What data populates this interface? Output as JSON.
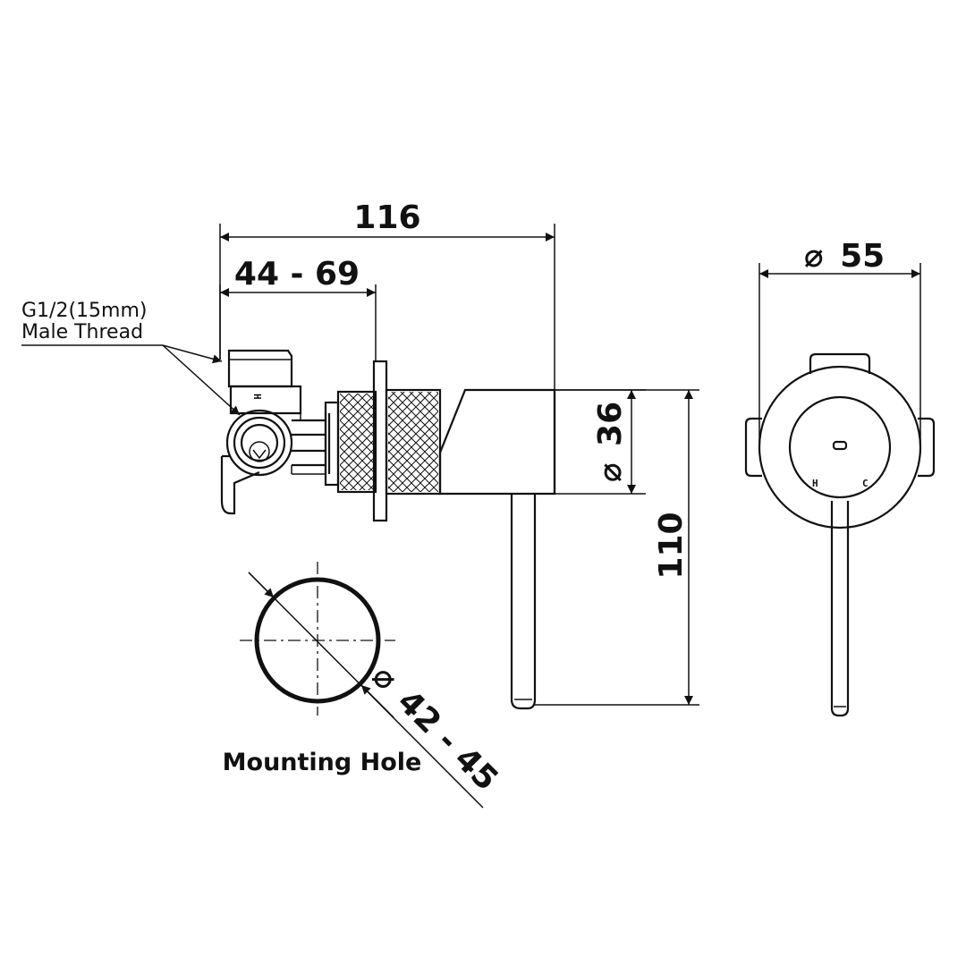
{
  "dimensions": {
    "overall_depth": "116",
    "adjustable_range": "44 - 69",
    "cover_diameter": "55",
    "body_diameter": "36",
    "height": "110",
    "mounting_hole_diameter": "42 - 45"
  },
  "labels": {
    "thread_line1": "G1/2(15mm)",
    "thread_line2": "Male Thread",
    "mounting_hole": "Mounting Hole",
    "hot": "H",
    "cold": "C"
  },
  "symbols": {
    "diameter": "⌀"
  },
  "colors": {
    "line": "#111111",
    "background": "#ffffff"
  }
}
